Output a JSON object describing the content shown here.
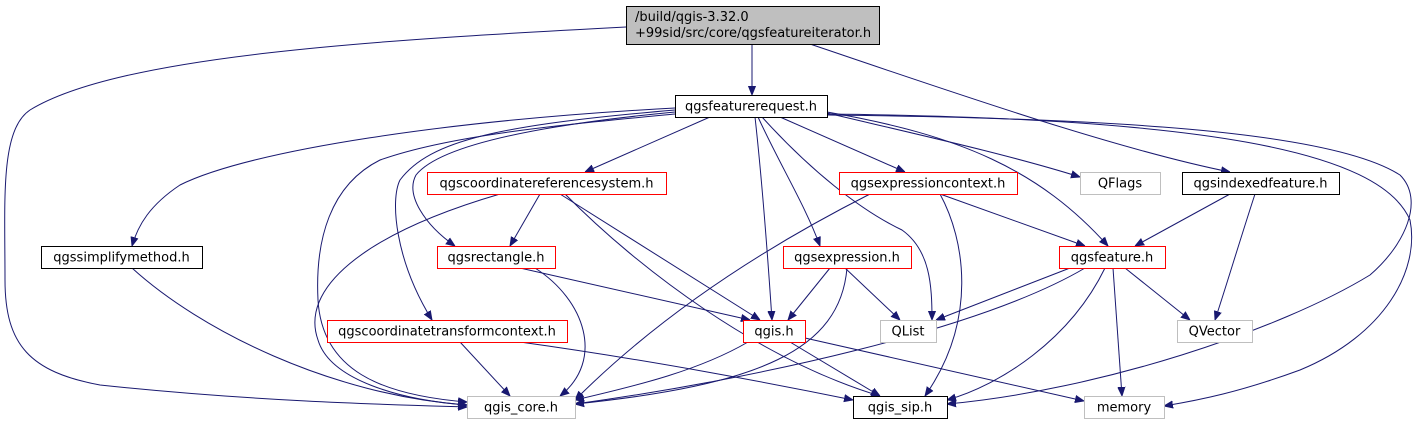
{
  "graph": {
    "nodes": [
      {
        "id": "root",
        "lines": [
          "/build/qgis-3.32.0",
          "+99sid/src/core/qgsfeatureiterator.h"
        ],
        "style": "root"
      },
      {
        "id": "qgsfeaturerequest",
        "lines": [
          "qgsfeaturerequest.h"
        ],
        "style": "black"
      },
      {
        "id": "qgscrs",
        "lines": [
          "qgscoordinatereferencesystem.h"
        ],
        "style": "red"
      },
      {
        "id": "qgsexpressioncontext",
        "lines": [
          "qgsexpressioncontext.h"
        ],
        "style": "red"
      },
      {
        "id": "qflags",
        "lines": [
          "QFlags"
        ],
        "style": "gray"
      },
      {
        "id": "qgsindexedfeature",
        "lines": [
          "qgsindexedfeature.h"
        ],
        "style": "black"
      },
      {
        "id": "qgssimplifymethod",
        "lines": [
          "qgssimplifymethod.h"
        ],
        "style": "black"
      },
      {
        "id": "qgsrectangle",
        "lines": [
          "qgsrectangle.h"
        ],
        "style": "red"
      },
      {
        "id": "qgsexpression",
        "lines": [
          "qgsexpression.h"
        ],
        "style": "red"
      },
      {
        "id": "qgsfeature",
        "lines": [
          "qgsfeature.h"
        ],
        "style": "red"
      },
      {
        "id": "qgsctc",
        "lines": [
          "qgscoordinatetransformcontext.h"
        ],
        "style": "red"
      },
      {
        "id": "qgis",
        "lines": [
          "qgis.h"
        ],
        "style": "red"
      },
      {
        "id": "qlist",
        "lines": [
          "QList"
        ],
        "style": "gray"
      },
      {
        "id": "qvector",
        "lines": [
          "QVector"
        ],
        "style": "gray"
      },
      {
        "id": "qgis_core",
        "lines": [
          "qgis_core.h"
        ],
        "style": "gray"
      },
      {
        "id": "qgis_sip",
        "lines": [
          "qgis_sip.h"
        ],
        "style": "black"
      },
      {
        "id": "memory",
        "lines": [
          "memory"
        ],
        "style": "gray"
      }
    ],
    "colors": {
      "edge": "#191970",
      "red_border": "#ff0000",
      "gray_border": "#bfbfbf",
      "black_border": "#000000",
      "root_fill": "#bfbfbf"
    }
  }
}
